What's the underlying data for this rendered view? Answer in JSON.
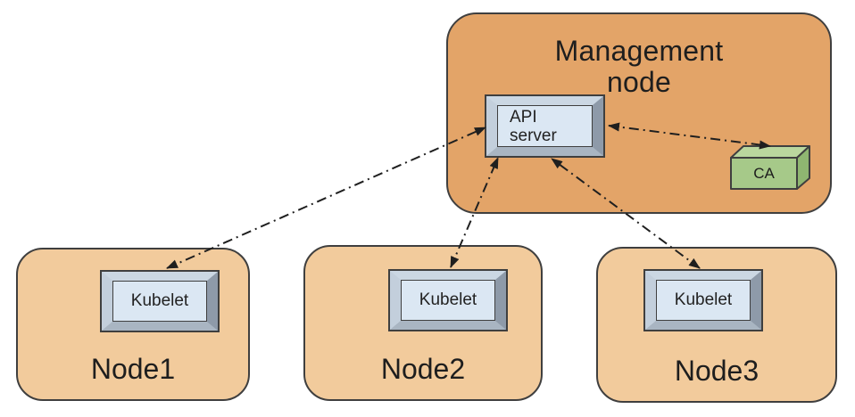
{
  "management_node": {
    "title": "Management node",
    "api_server": {
      "label": "API server"
    },
    "ca": {
      "label": "CA"
    }
  },
  "nodes": [
    {
      "name": "Node1",
      "component": "Kubelet"
    },
    {
      "name": "Node2",
      "component": "Kubelet"
    },
    {
      "name": "Node3",
      "component": "Kubelet"
    }
  ],
  "connections": [
    {
      "from": "API server",
      "to": "Kubelet (Node1)",
      "bidirectional": true,
      "style": "dash-dot"
    },
    {
      "from": "API server",
      "to": "Kubelet (Node2)",
      "bidirectional": true,
      "style": "dash-dot"
    },
    {
      "from": "API server",
      "to": "Kubelet (Node3)",
      "bidirectional": true,
      "style": "dash-dot"
    },
    {
      "from": "API server",
      "to": "CA",
      "bidirectional": true,
      "style": "dash-dot"
    }
  ],
  "colors": {
    "management_fill": "#e3a468",
    "node_fill": "#f2cb9c",
    "border_color": "#3f3f3f",
    "panel_fill": "#dbe7f3",
    "bevel_top": "#cbd7e3",
    "bevel_left": "#c3cfdc",
    "bevel_right": "#8e9aa9",
    "bevel_bottom": "#a9b5c2",
    "ca_front": "#a6c989",
    "ca_top": "#bad79e",
    "ca_side": "#8fb671",
    "line_color": "#1f1f1f",
    "text_color": "#1e1e1e"
  }
}
